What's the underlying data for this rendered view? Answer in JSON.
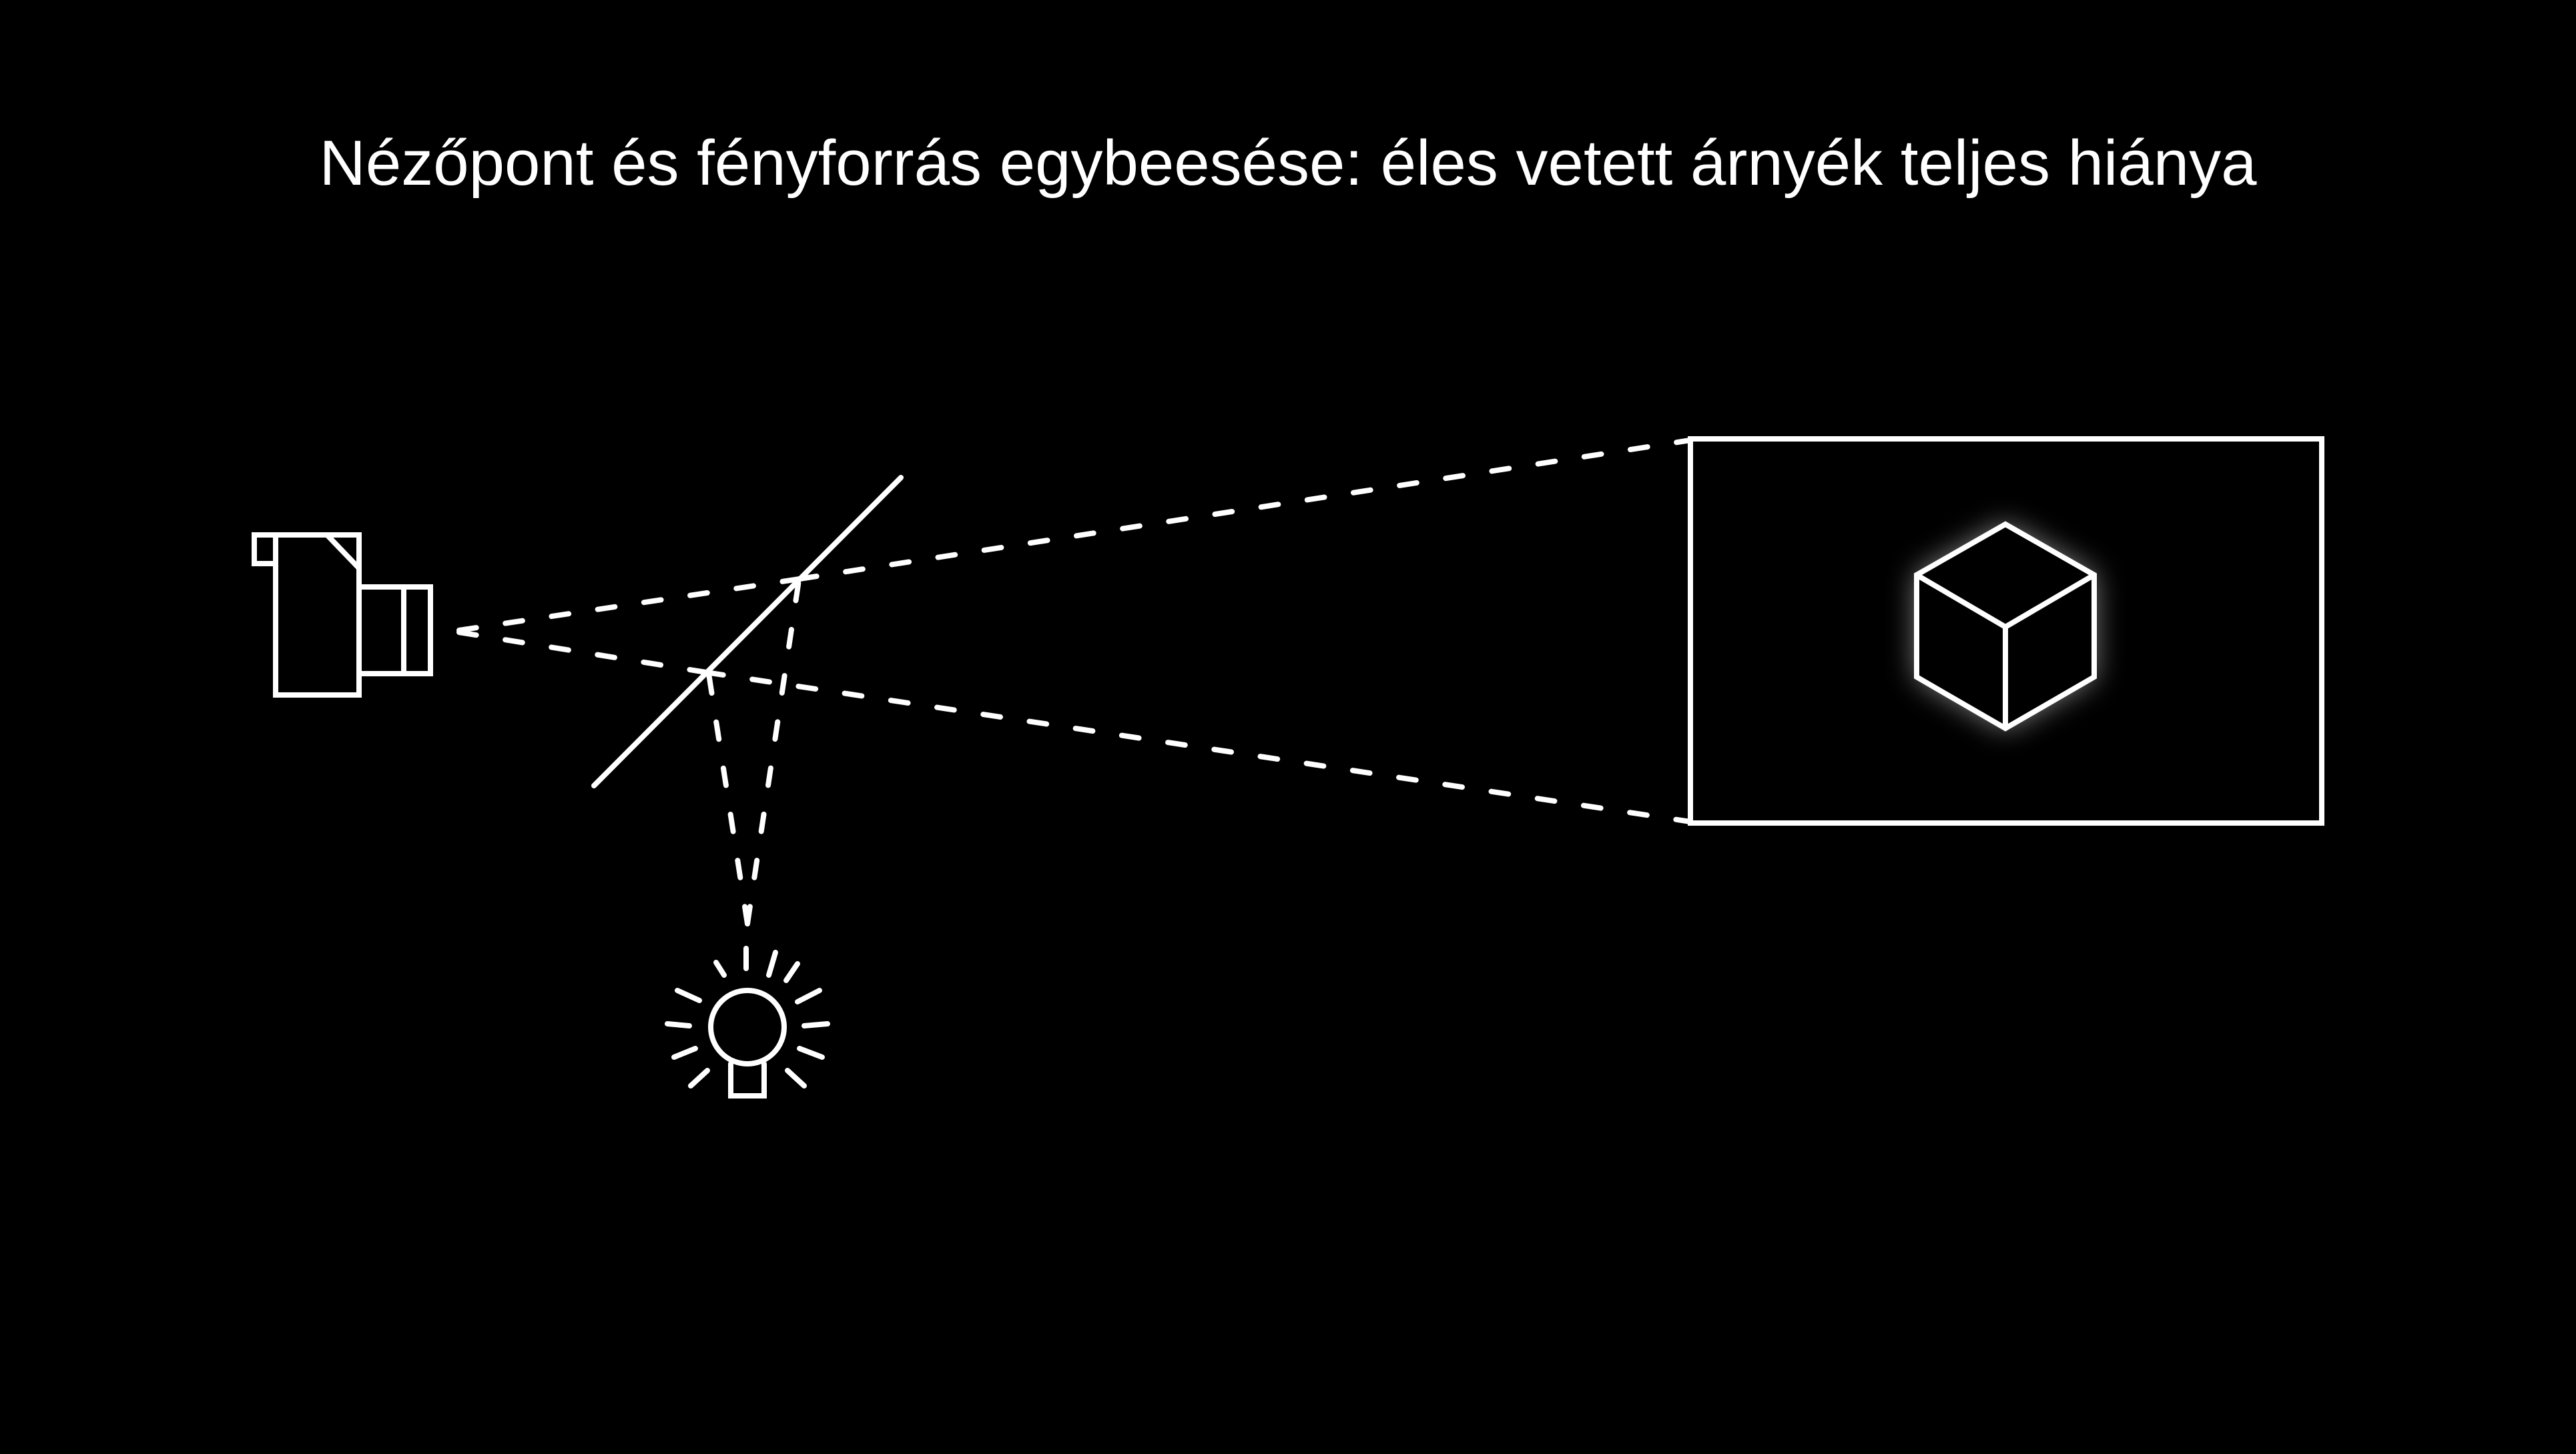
{
  "title": "Nézőpont és fényforrás egybeesése: éles vetett árnyék teljes hiánya",
  "colors": {
    "background": "#000000",
    "stroke": "#ffffff",
    "glow": "#ffffff"
  },
  "elements": {
    "camera": "camera-icon",
    "beam_splitter": "semi-transparent-mirror",
    "light_source": "light-bulb-icon",
    "frame": "picture-frame",
    "subject": "cube-icon"
  }
}
